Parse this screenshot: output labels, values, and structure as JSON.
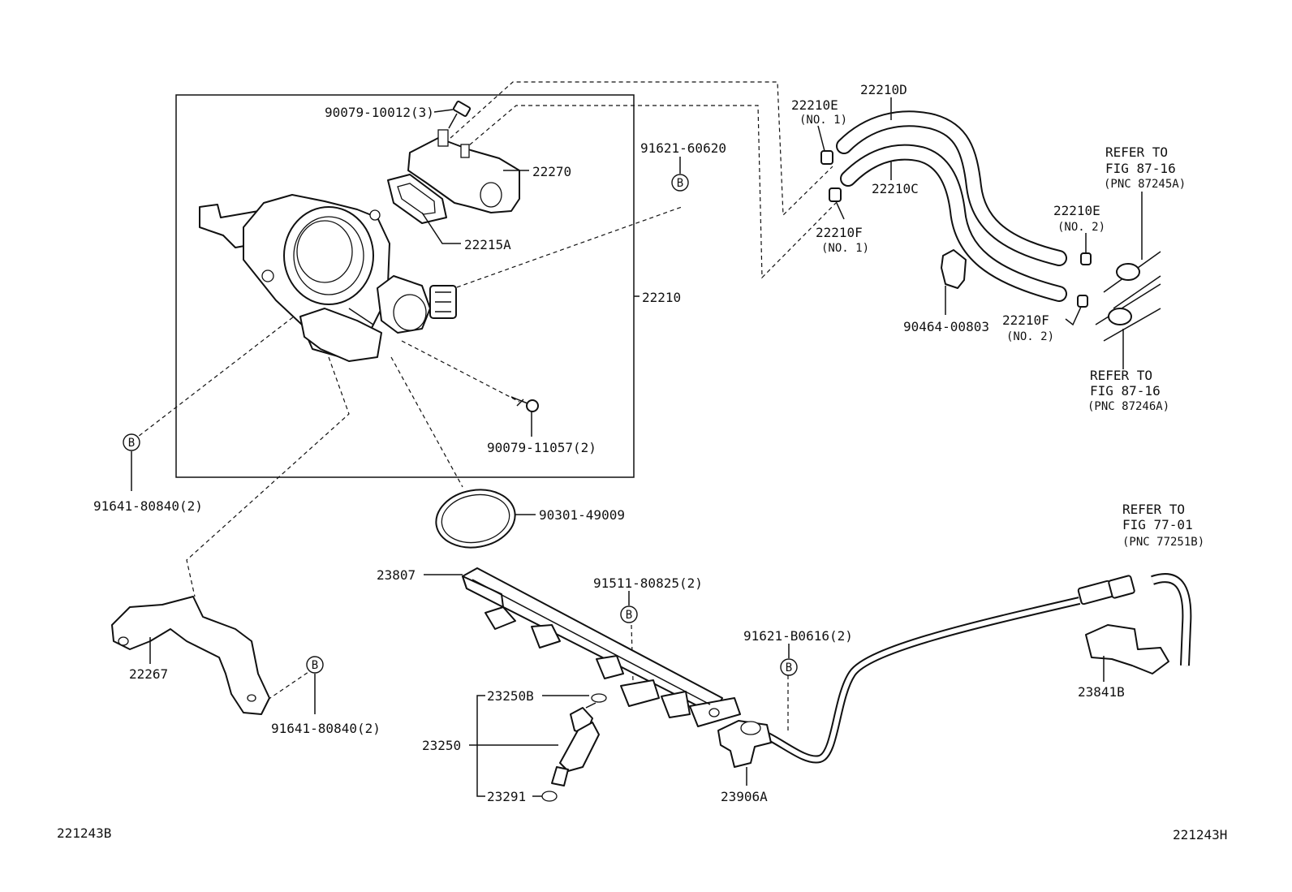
{
  "labels": {
    "p90079_10012": "90079-10012(3)",
    "p22270": "22270",
    "p22215a": "22215A",
    "p22210": "22210",
    "p91621_60620": "91621-60620",
    "p90079_11057": "90079-11057(2)",
    "p91641_80840_a": "91641-80840(2)",
    "p90301_49009": "90301-49009",
    "p22210e1": "22210E",
    "p22210e1_sub": "(NO. 1)",
    "p22210d": "22210D",
    "p22210c": "22210C",
    "p22210f1": "22210F",
    "p22210f1_sub": "(NO. 1)",
    "p22210e2": "22210E",
    "p22210e2_sub": "(NO. 2)",
    "p22210f2": "22210F",
    "p22210f2_sub": "(NO. 2)",
    "p90464_00803": "90464-00803",
    "ref1_l1": "REFER TO",
    "ref1_l2": "FIG 87-16",
    "ref1_l3": "(PNC 87245A)",
    "ref2_l1": "REFER TO",
    "ref2_l2": "FIG 87-16",
    "ref2_l3": "(PNC 87246A)",
    "ref3_l1": "REFER TO",
    "ref3_l2": "FIG 77-01",
    "ref3_l3": "(PNC 77251B)",
    "p23807": "23807",
    "p91511_80825": "91511-80825(2)",
    "p91621_b0616": "91621-B0616(2)",
    "p22267": "22267",
    "p91641_80840_b": "91641-80840(2)",
    "p23250b": "23250B",
    "p23250": "23250",
    "p23291": "23291",
    "p23906a": "23906A",
    "p23841b": "23841B",
    "marker_b": "B",
    "footer_left": "221243B",
    "footer_right": "221243H"
  }
}
